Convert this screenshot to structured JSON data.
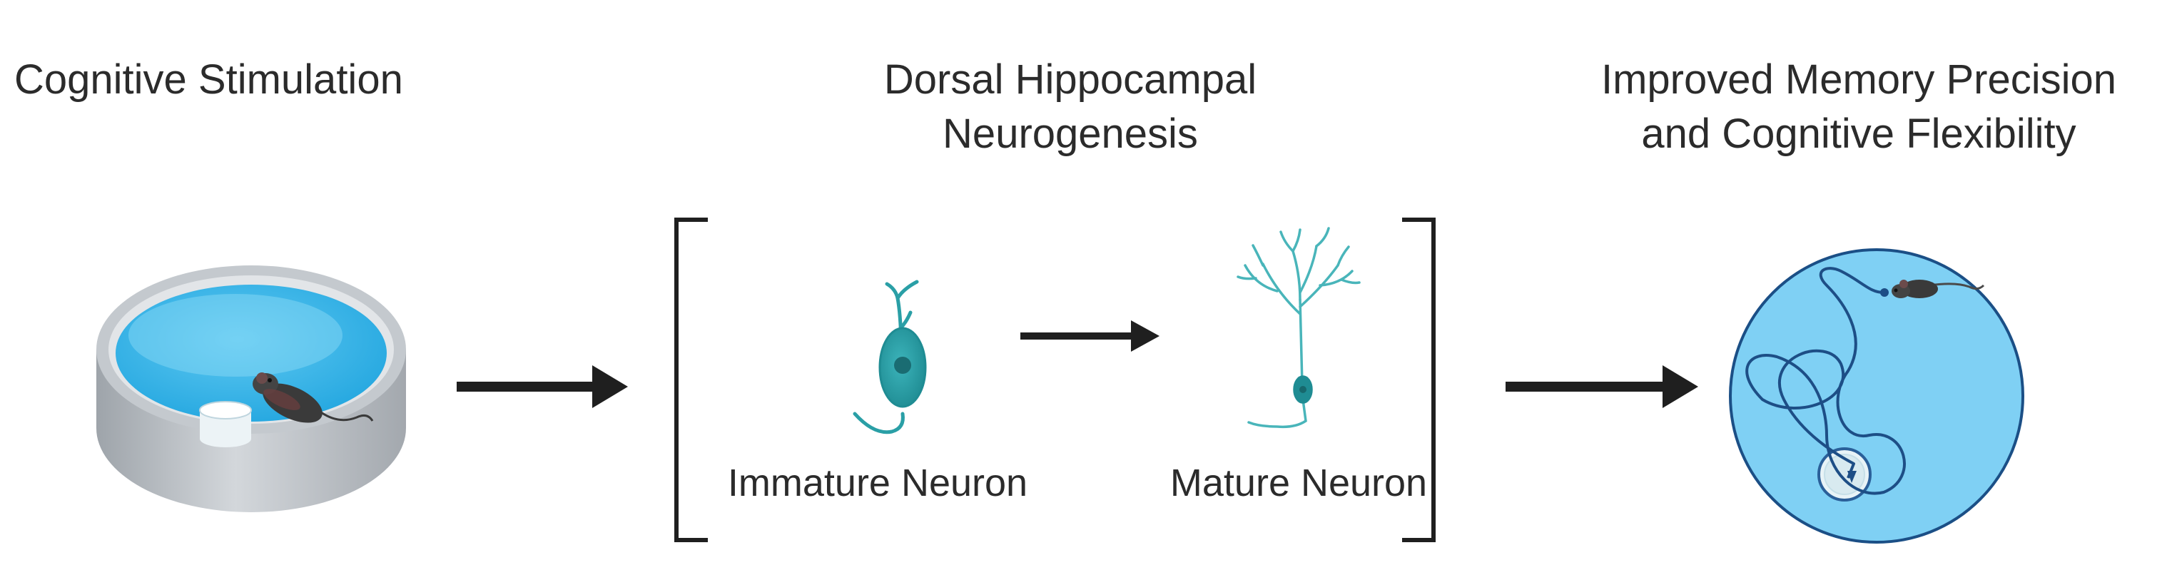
{
  "stages": {
    "left": {
      "title_lines": [
        "Cognitive Stimulation"
      ]
    },
    "middle": {
      "title_lines": [
        "Dorsal Hippocampal",
        "Neurogenesis"
      ]
    },
    "right": {
      "title_lines": [
        "Improved Memory Precision",
        "and Cognitive Flexibility"
      ]
    }
  },
  "neurons": {
    "immature_label": "Immature Neuron",
    "mature_label": "Mature Neuron"
  },
  "colors": {
    "text": "#2b2b2b",
    "arrow": "#1f1f1f",
    "water": "#33b6ea",
    "water_light": "#79d3f5",
    "pool_wall": "#b9bec4",
    "arena_fill": "#7fd0f4",
    "neuron": "#2a9fa6",
    "path": "#1d4e86"
  }
}
